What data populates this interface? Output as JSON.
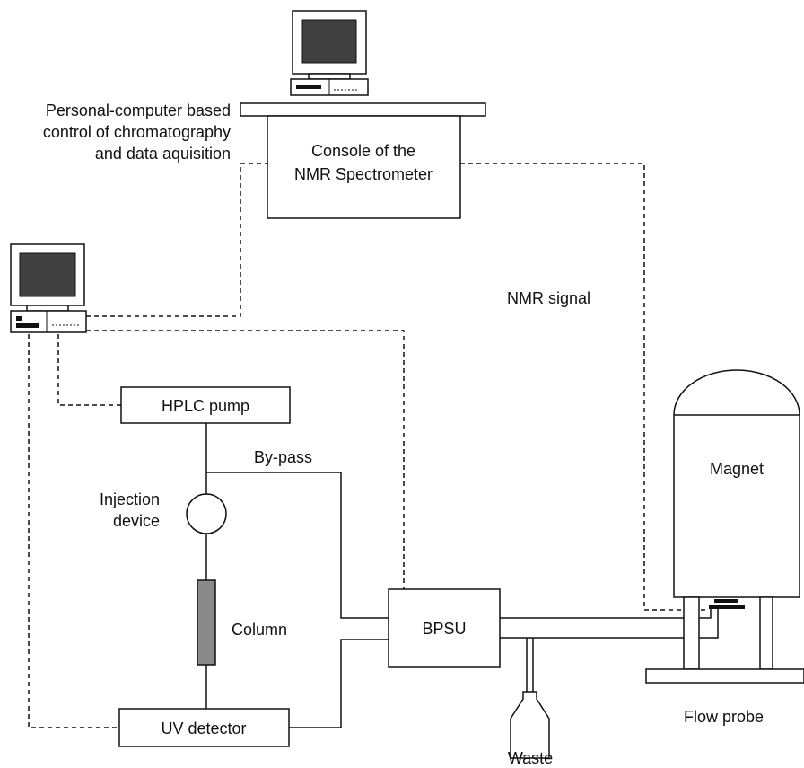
{
  "labels": {
    "pc_control_line1": "Personal-computer based",
    "pc_control_line2": "control of chromatography",
    "pc_control_line3": "and data aquisition",
    "console_line1": "Console of the",
    "console_line2": "NMR Spectrometer",
    "nmr_signal": "NMR signal",
    "hplc_pump": "HPLC pump",
    "bypass": "By-pass",
    "injection_line1": "Injection",
    "injection_line2": "device",
    "column": "Column",
    "uv_detector": "UV detector",
    "bpsu": "BPSU",
    "waste": "Waste",
    "magnet": "Magnet",
    "flow_probe": "Flow probe"
  },
  "colors": {
    "line": "#111111",
    "column_fill": "#8a8a8a",
    "screen": "#404040"
  },
  "icons": [
    "desktop-computer-icon",
    "desktop-computer-icon",
    "waste-bottle-icon"
  ]
}
